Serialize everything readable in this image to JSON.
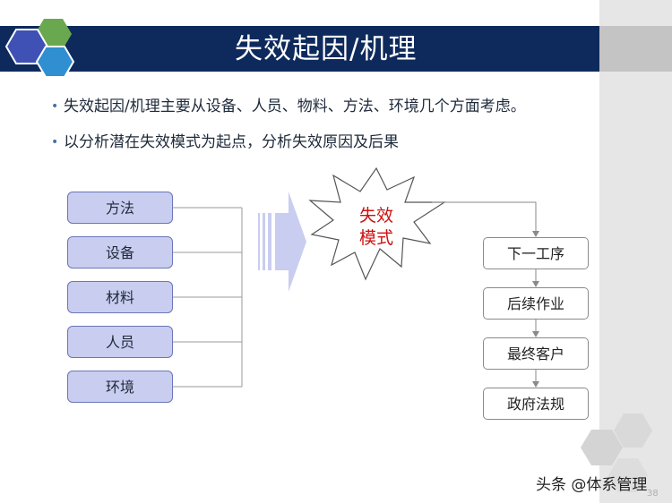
{
  "slide": {
    "title": "失效起因/机理",
    "page_number": "38"
  },
  "bullets": [
    "失效起因/机理主要从设备、人员、物料、方法、环境几个方面考虑。",
    "以分析潜在失效模式为起点，分析失效原因及后果"
  ],
  "causes": [
    "方法",
    "设备",
    "材料",
    "人员",
    "环境"
  ],
  "failure_mode": {
    "line1": "失效",
    "line2": "模式"
  },
  "effects": [
    "下一工序",
    "后续作业",
    "最终客户",
    "政府法规"
  ],
  "watermark": "头条 @体系管理",
  "colors": {
    "title_bar": "#0e2a5c",
    "cause_fill": "#c9cdf0",
    "cause_border": "#6a76b8",
    "arrow_fill": "#c9cdf0",
    "failure_text": "#cc1111",
    "hex_green": "#6aa84f",
    "hex_blue": "#2f8fd0",
    "hex_navy": "#3f51b5"
  }
}
